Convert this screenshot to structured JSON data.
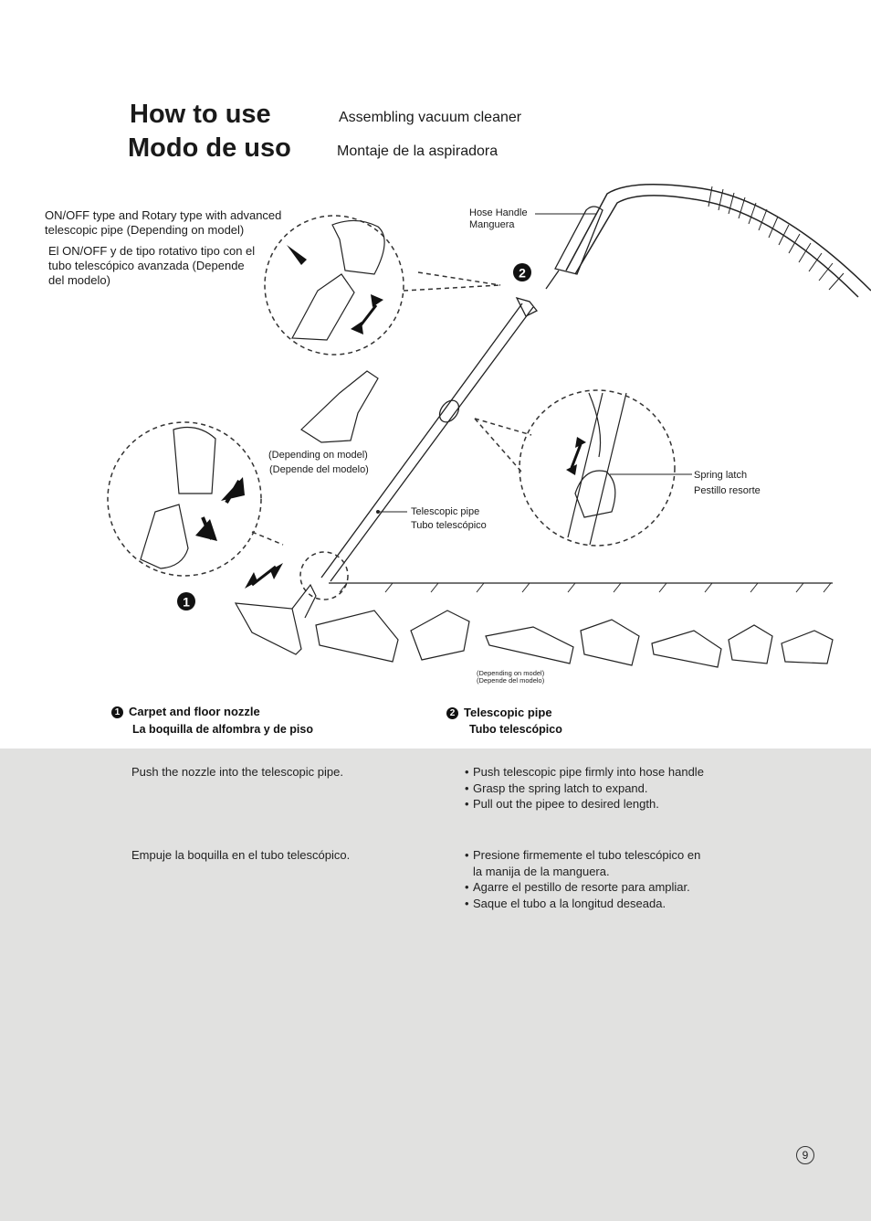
{
  "header": {
    "title_en": "How to use",
    "title_es": "Modo de uso",
    "subtitle_en": "Assembling vacuum cleaner",
    "subtitle_es": "Montaje de la aspiradora"
  },
  "diagram": {
    "pipe_note_en": "ON/OFF type and Rotary type with advanced telescopic pipe (Depending on model)",
    "pipe_note_es": "El ON/OFF y de tipo rotativo tipo con el tubo telescópico avanzada (Depende del modelo)",
    "hose_handle_en": "Hose Handle",
    "hose_handle_es": "Manguera",
    "depending_en": "(Depending on model)",
    "depending_es": "(Depende del modelo)",
    "telescopic_pipe_en": "Telescopic pipe",
    "telescopic_pipe_es": "Tubo telescópico",
    "spring_latch_en": "Spring latch",
    "spring_latch_es": "Pestillo resorte",
    "nozzles_depending_en": "(Depending on model)",
    "nozzles_depending_es": "(Depende del modelo)",
    "step1_marker": "1",
    "step2_marker": "2"
  },
  "sections": {
    "one": {
      "number": "1",
      "title": "Carpet and floor nozzle",
      "subtitle": "La boquilla de alfombra y de piso",
      "text_en": "Push the nozzle into the telescopic pipe.",
      "text_es": "Empuje la boquilla en el tubo telescópico."
    },
    "two": {
      "number": "2",
      "title": "Telescopic pipe",
      "subtitle": "Tubo telescópico",
      "items_en": [
        "Push telescopic pipe firmly into hose handle",
        "Grasp the spring latch to expand.",
        "Pull out the pipee to desired length."
      ],
      "items_es": [
        "Presione firmemente el tubo telescópico en la manija de la manguera.",
        "Agarre el pestillo de resorte para ampliar.",
        "Saque el tubo a la longitud deseada."
      ]
    }
  },
  "footer": {
    "page_number": "9"
  },
  "colors": {
    "panel_background": "#e1e1e0",
    "ink": "#111111"
  }
}
